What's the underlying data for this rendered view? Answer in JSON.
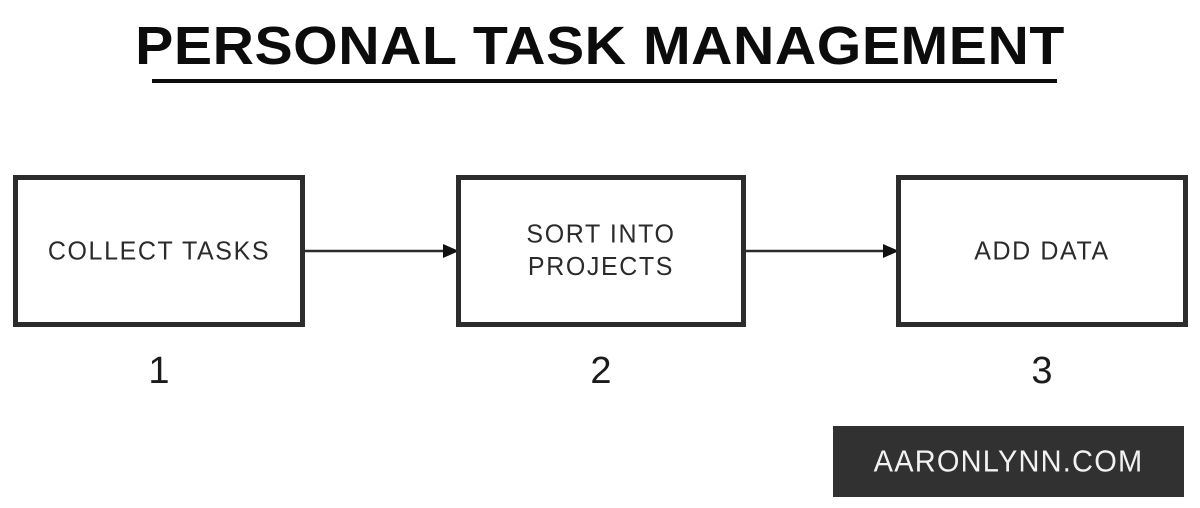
{
  "page": {
    "title": "PERSONAL TASK MANAGEMENT",
    "background_color": "#ffffff",
    "ink_color": "#2c2c2c"
  },
  "diagram": {
    "type": "flowchart",
    "orientation": "left-to-right",
    "steps": [
      {
        "number": "1",
        "label": "COLLECT TASKS"
      },
      {
        "number": "2",
        "label": "SORT INTO\nPROJECTS"
      },
      {
        "number": "3",
        "label": "ADD DATA"
      }
    ],
    "connectors": [
      {
        "from": "1",
        "to": "2",
        "style": "solid-arrow"
      },
      {
        "from": "2",
        "to": "3",
        "style": "solid-arrow"
      }
    ]
  },
  "watermark": {
    "text": "AARONLYNN.COM",
    "background_color": "#313131",
    "text_color": "#f2f2f2"
  }
}
